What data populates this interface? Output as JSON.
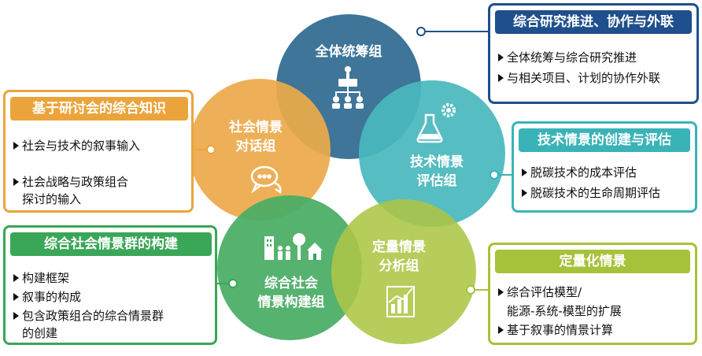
{
  "circles": {
    "top": {
      "label": "全体统筹组",
      "icon": "org-chart-icon",
      "color": "#2e6a91"
    },
    "left": {
      "label_line1": "社会情景",
      "label_line2": "对话组",
      "icon": "speech-bubble-icon",
      "color": "#eba43c"
    },
    "right": {
      "label_line1": "技术情景",
      "label_line2": "评估组",
      "icon": "flask-gear-icon",
      "color": "#3ab3b8"
    },
    "bottom_left": {
      "label_line1": "综合社会",
      "label_line2": "情景构建组",
      "icon": "city-people-icon",
      "color": "#3aa657"
    },
    "bottom_right": {
      "label_line1": "定量情景",
      "label_line2": "分析组",
      "icon": "bar-chart-icon",
      "color": "#a6c23a"
    }
  },
  "boxes": {
    "top_right": {
      "title": "综合研究推进、协作与外联",
      "color": "#1f4f8c",
      "items": [
        "全体统筹与综合研究推进",
        "与相关项目、计划的协作外联"
      ]
    },
    "left": {
      "title": "基于研讨会的综合知识",
      "color": "#eba43c",
      "items": [
        "社会与技术的叙事输入",
        "社会战略与政策组合",
        "探讨的输入"
      ]
    },
    "right": {
      "title": "技术情景的创建与评估",
      "color": "#3ab3b8",
      "items": [
        "脱碳技术的成本评估",
        "脱碳技术的生命周期评估"
      ]
    },
    "bottom_left": {
      "title": "综合社会情景群的构建",
      "color": "#3aa657",
      "items": [
        "构建框架",
        "叙事的构成",
        "包含政策组合的综合情景群",
        "的创建"
      ]
    },
    "bottom_right": {
      "title": "定量化情景",
      "color": "#a6c23a",
      "items": [
        "综合评估模型/",
        "能源-系统-模型的扩展",
        "基于叙事的情景计算"
      ]
    }
  }
}
